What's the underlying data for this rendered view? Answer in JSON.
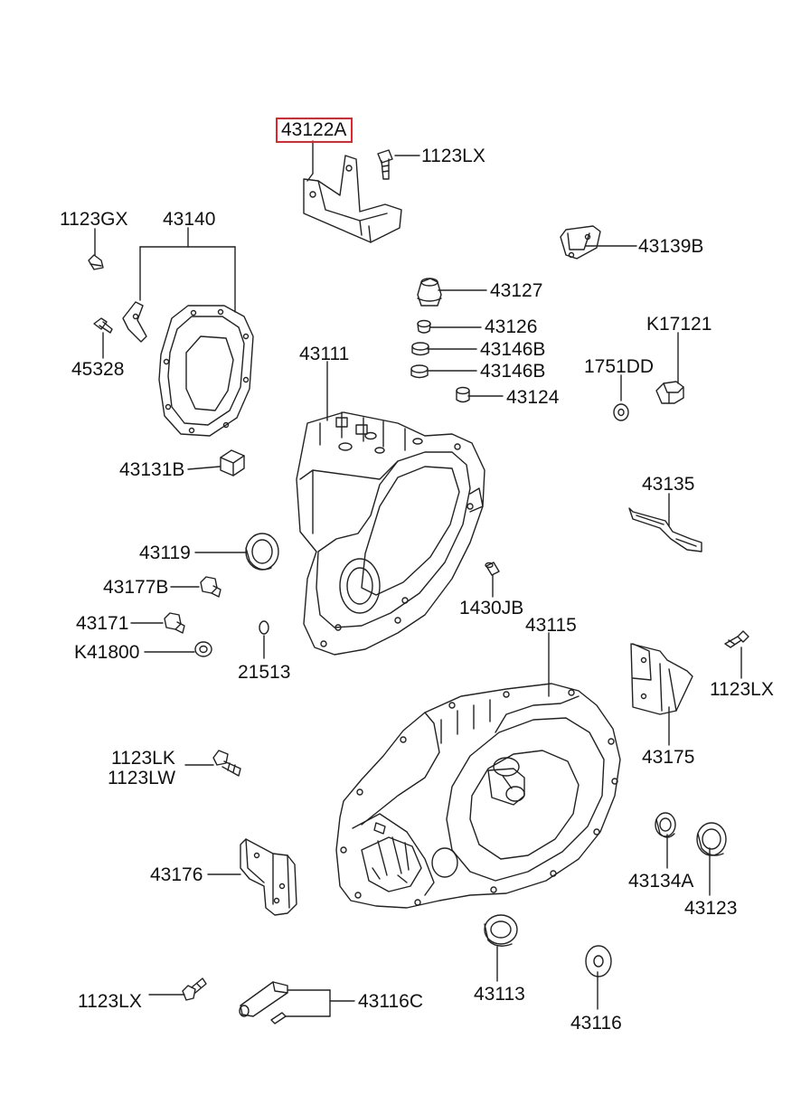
{
  "diagram": {
    "highlight_color": "#e0262b",
    "line_color": "#222222",
    "callouts": {
      "c43122A": "43122A",
      "c1123LX_top": "1123LX",
      "c1123GX": "1123GX",
      "c43140": "43140",
      "c43139B": "43139B",
      "c43127": "43127",
      "c45328": "45328",
      "c43126": "43126",
      "cK17121": "K17121",
      "c43111": "43111",
      "c43146B_1": "43146B",
      "c43146B_2": "43146B",
      "c1751DD": "1751DD",
      "c43124": "43124",
      "c43131B": "43131B",
      "c43135": "43135",
      "c43119": "43119",
      "c43177B": "43177B",
      "c1430JB": "1430JB",
      "c43115": "43115",
      "c43171": "43171",
      "cK41800": "K41800",
      "c21513": "21513",
      "c1123LX_right": "1123LX",
      "c1123LK": "1123LK",
      "c1123LW": "1123LW",
      "c43175": "43175",
      "c43176": "43176",
      "c43134A": "43134A",
      "c43123": "43123",
      "c43113": "43113",
      "c1123LX_bottom": "1123LX",
      "c43116C": "43116C",
      "c43116": "43116"
    },
    "highlighted": "c43122A"
  }
}
